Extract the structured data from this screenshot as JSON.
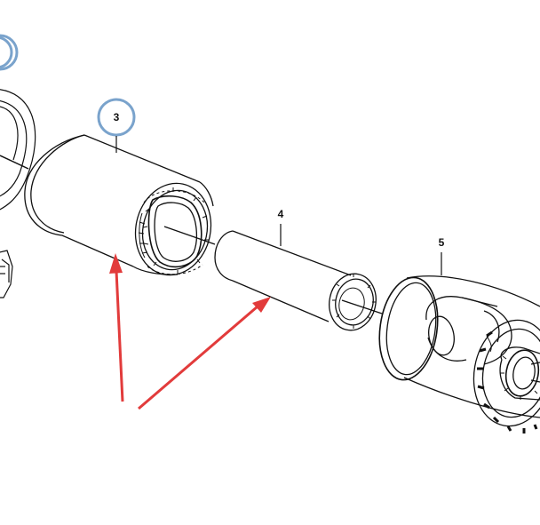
{
  "callouts": [
    {
      "id": "callout-3",
      "label": "3",
      "circled": true
    },
    {
      "id": "callout-4",
      "label": "4",
      "circled": false
    },
    {
      "id": "callout-5",
      "label": "5",
      "circled": false
    }
  ],
  "colors": {
    "line": "#111111",
    "circle": "#7aa3cc",
    "arrow": "#e23b3b",
    "background": "#ffffff"
  }
}
